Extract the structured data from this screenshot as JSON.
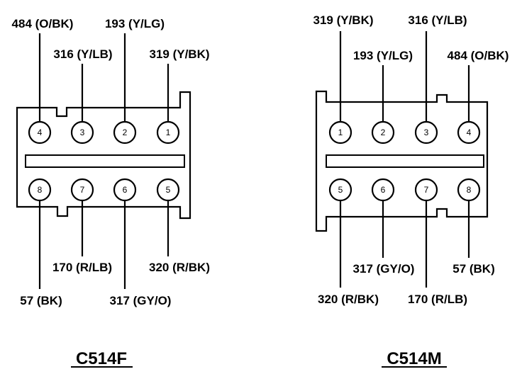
{
  "connectors": [
    {
      "id": "C514F",
      "title": "C514F",
      "pins": [
        {
          "num": "1",
          "label": "319 (Y/BK)"
        },
        {
          "num": "2",
          "label": "193 (Y/LG)"
        },
        {
          "num": "3",
          "label": "316 (Y/LB)"
        },
        {
          "num": "4",
          "label": "484 (O/BK)"
        },
        {
          "num": "5",
          "label": "320 (R/BK)"
        },
        {
          "num": "6",
          "label": "317 (GY/O)"
        },
        {
          "num": "7",
          "label": "170 (R/LB)"
        },
        {
          "num": "8",
          "label": "57 (BK)"
        }
      ]
    },
    {
      "id": "C514M",
      "title": "C514M",
      "pins": [
        {
          "num": "1",
          "label": "319 (Y/BK)"
        },
        {
          "num": "2",
          "label": "193 (Y/LG)"
        },
        {
          "num": "3",
          "label": "316 (Y/LB)"
        },
        {
          "num": "4",
          "label": "484 (O/BK)"
        },
        {
          "num": "5",
          "label": "320 (R/BK)"
        },
        {
          "num": "6",
          "label": "317 (GY/O)"
        },
        {
          "num": "7",
          "label": "170 (R/LB)"
        },
        {
          "num": "8",
          "label": "57 (BK)"
        }
      ]
    }
  ]
}
